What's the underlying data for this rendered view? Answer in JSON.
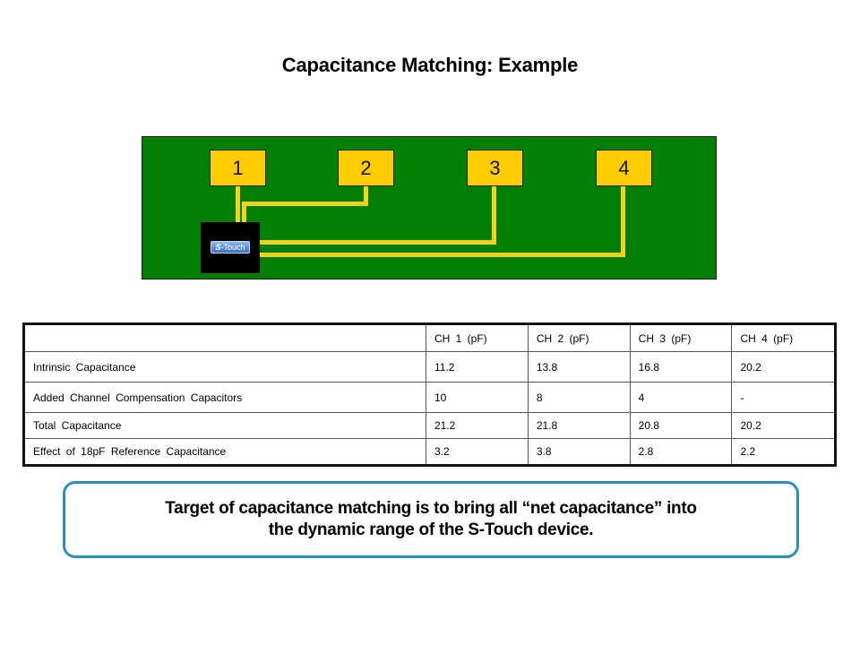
{
  "slide": {
    "title": "Capacitance Matching: Example"
  },
  "diagram": {
    "pads": [
      {
        "label": "1"
      },
      {
        "label": "2"
      },
      {
        "label": "3"
      },
      {
        "label": "4"
      }
    ],
    "chip": {
      "brand_prefix": "S",
      "brand_suffix": "-Touch"
    },
    "colors": {
      "board": "#007f00",
      "pad": "#ffcc00",
      "trace": "#f5d21c",
      "chip": "#000000"
    }
  },
  "table": {
    "header": [
      "",
      "CH 1 (pF)",
      "CH 2 (pF)",
      "CH 3 (pF)",
      "CH 4 (pF)"
    ],
    "rows": [
      {
        "label": "Intrinsic Capacitance",
        "values": [
          "11.2",
          "13.8",
          "16.8",
          "20.2"
        ]
      },
      {
        "label": "Added Channel Compensation Capacitors",
        "values": [
          "10",
          "8",
          "4",
          "-"
        ]
      },
      {
        "label": "Total Capacitance",
        "values": [
          "21.2",
          "21.8",
          "20.8",
          "20.2"
        ]
      },
      {
        "label": "Effect of 18pF Reference Capacitance",
        "values": [
          "3.2",
          "3.8",
          "2.8",
          "2.2"
        ]
      }
    ]
  },
  "callout": {
    "line1": "Target of capacitance matching is to bring all “net capacitance” into",
    "line2": "the dynamic range of the S-Touch device.",
    "border_color": "#2a8fc0"
  }
}
